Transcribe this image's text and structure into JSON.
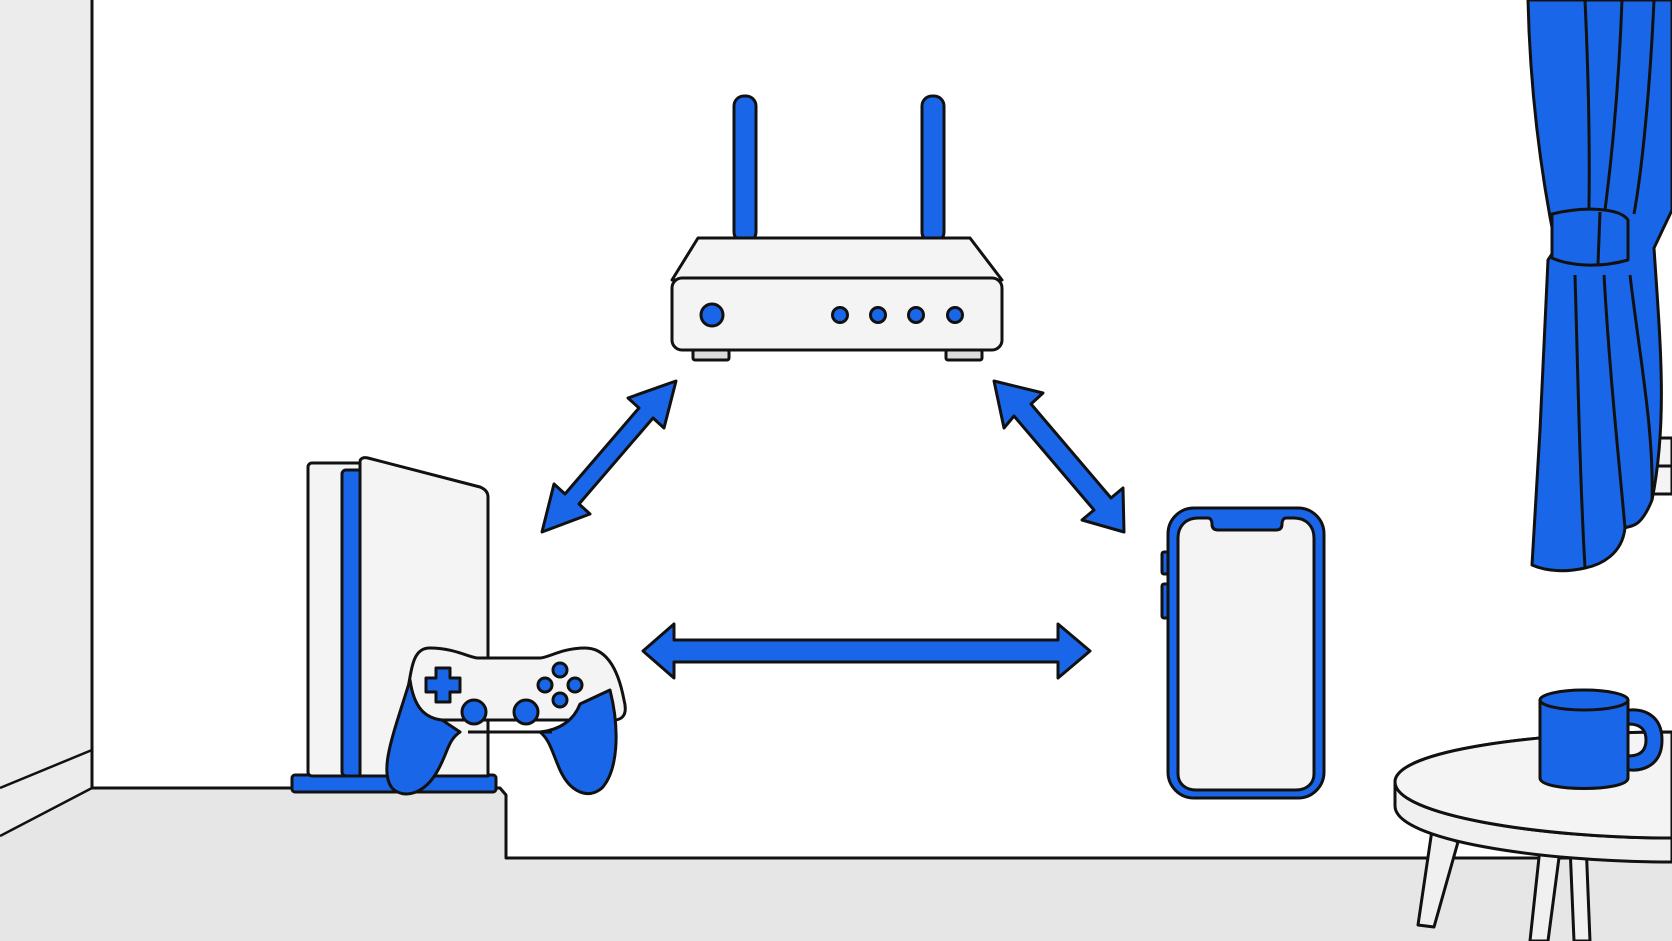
{
  "colors": {
    "accent": "#1a66e8",
    "outline": "#111111",
    "device_fill": "#f4f4f4",
    "wall": "#ffffff",
    "side_wall": "#ececec",
    "floor": "#e6e6e6",
    "table_top": "#f0f0f0"
  },
  "nodes": [
    {
      "id": "router",
      "icon": "wifi-router-icon"
    },
    {
      "id": "console",
      "icon": "game-console-icon"
    },
    {
      "id": "controller",
      "icon": "gamepad-icon"
    },
    {
      "id": "phone",
      "icon": "smartphone-icon"
    }
  ],
  "connections": [
    {
      "from": "router",
      "to": "console",
      "direction": "bidirectional"
    },
    {
      "from": "router",
      "to": "phone",
      "direction": "bidirectional"
    },
    {
      "from": "console",
      "to": "phone",
      "direction": "bidirectional"
    }
  ],
  "decor": [
    "curtain",
    "side-table",
    "mug"
  ]
}
